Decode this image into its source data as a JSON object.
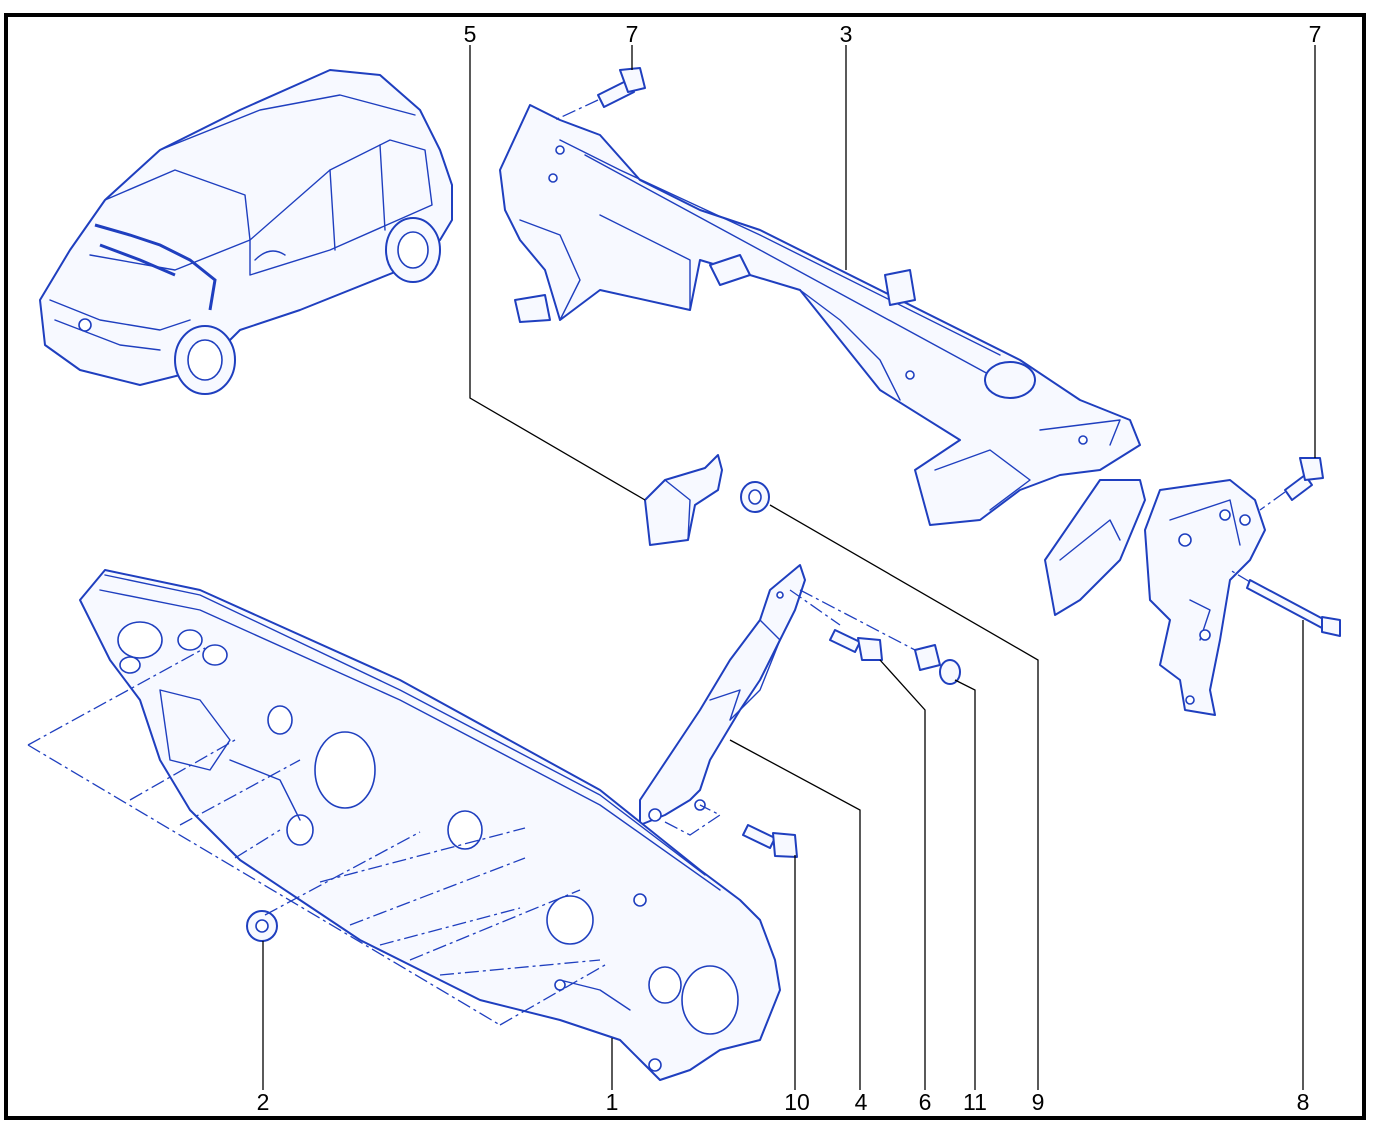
{
  "diagram": {
    "callouts": {
      "c1": "1",
      "c2": "2",
      "c3": "3",
      "c4": "4",
      "c5": "5",
      "c6": "6",
      "c7_left": "7",
      "c7_right": "7",
      "c8": "8",
      "c9": "9",
      "c10": "10",
      "c11": "11"
    },
    "colors": {
      "line_art": "#1f3fbf",
      "frame": "#000000",
      "background": "#ffffff"
    }
  }
}
